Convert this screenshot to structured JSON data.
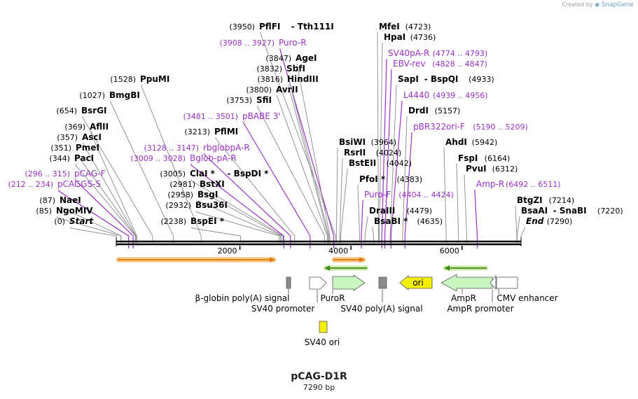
{
  "brand": {
    "created_by": "Created by",
    "product": "SnapGene"
  },
  "plasmid": {
    "name": "pCAG-D1R",
    "size_label": "7290 bp",
    "length": 7290
  },
  "colors": {
    "primer": "#9b30c8",
    "enzyme": "#000000",
    "orf_fill": "#c8f5c0",
    "ori_fill": "#f2ef00",
    "feature_gray": "#8a8a8a",
    "arrow_orange": "#e07b10",
    "arrow_green": "#3d8c1c"
  },
  "ruler": {
    "ticks": [
      2000,
      4000,
      6000
    ]
  },
  "sites": [
    {
      "label": "(3950)",
      "name": "PflFI",
      "extra": "- Tth111I",
      "type": "enzyme",
      "pos": 3950
    },
    {
      "label": "(3908 .. 3927)",
      "name": "Puro-R",
      "type": "primer",
      "pos": 3917
    },
    {
      "label": "(3847)",
      "name": "AgeI",
      "type": "enzyme",
      "pos": 3847
    },
    {
      "label": "(3832)",
      "name": "SbfI",
      "type": "enzyme",
      "pos": 3832
    },
    {
      "label": "(3816)",
      "name": "HindIII",
      "type": "enzyme",
      "pos": 3816
    },
    {
      "label": "(3800)",
      "name": "AvrII",
      "type": "enzyme",
      "pos": 3800
    },
    {
      "label": "(3753)",
      "name": "SfiI",
      "type": "enzyme",
      "pos": 3753
    },
    {
      "label": "(1528)",
      "name": "PpuMI",
      "type": "enzyme",
      "pos": 1528
    },
    {
      "label": "(3481 .. 3501)",
      "name": "pBABE 3'",
      "type": "primer",
      "pos": 3491
    },
    {
      "label": "(1027)",
      "name": "BmgBI",
      "type": "enzyme",
      "pos": 1027
    },
    {
      "label": "(654)",
      "name": "BsrGI",
      "type": "enzyme",
      "pos": 654
    },
    {
      "label": "(3213)",
      "name": "PflMI",
      "type": "enzyme",
      "pos": 3213
    },
    {
      "label": "(369)",
      "name": "AflII",
      "type": "enzyme",
      "pos": 369
    },
    {
      "label": "(357)",
      "name": "AscI",
      "type": "enzyme",
      "pos": 357
    },
    {
      "label": "(351)",
      "name": "PmeI",
      "type": "enzyme",
      "pos": 351
    },
    {
      "label": "(3128 .. 3147)",
      "name": "rbglobpA-R",
      "type": "primer",
      "pos": 3137
    },
    {
      "label": "(344)",
      "name": "PacI",
      "type": "enzyme",
      "pos": 344
    },
    {
      "label": "(3009 .. 3028)",
      "name": "Bglob-pA-R",
      "type": "primer",
      "pos": 3018
    },
    {
      "label": "(296 .. 315)",
      "name": "pCAG-F",
      "type": "primer",
      "pos": 305
    },
    {
      "label": "(3005)",
      "name": "ClaI *",
      "extra": "- BspDI *",
      "type": "enzyme",
      "pos": 3005
    },
    {
      "label": "(212 .. 234)",
      "name": "pCAGGS-5",
      "type": "primer",
      "pos": 223
    },
    {
      "label": "(2981)",
      "name": "BstXI",
      "type": "enzyme",
      "pos": 2981
    },
    {
      "label": "(2958)",
      "name": "BsgI",
      "type": "enzyme",
      "pos": 2958
    },
    {
      "label": "(87)",
      "name": "NaeI",
      "type": "enzyme",
      "pos": 87
    },
    {
      "label": "(2932)",
      "name": "Bsu36I",
      "type": "enzyme",
      "pos": 2932
    },
    {
      "label": "(85)",
      "name": "NgoMIV",
      "type": "enzyme",
      "pos": 85
    },
    {
      "label": "(0)",
      "name": "Start",
      "type": "terminus",
      "pos": 0
    },
    {
      "label": "(2238)",
      "name": "BspEI *",
      "type": "enzyme",
      "pos": 2238
    },
    {
      "label": "(4723)",
      "name": "MfeI",
      "type": "enzyme",
      "pos": 4723
    },
    {
      "label": "(4736)",
      "name": "HpaI",
      "type": "enzyme",
      "pos": 4736
    },
    {
      "label": "(4774 .. 4793)",
      "name": "SV40pA-R",
      "type": "primer",
      "pos": 4783
    },
    {
      "label": "(4828 .. 4847)",
      "name": "EBV-rev",
      "type": "primer",
      "pos": 4837
    },
    {
      "label": "(4933)",
      "name": "SapI",
      "extra": "- BspQI",
      "type": "enzyme",
      "pos": 4933
    },
    {
      "label": "(4939 .. 4956)",
      "name": "L4440",
      "type": "primer",
      "pos": 4947
    },
    {
      "label": "(5157)",
      "name": "DrdI",
      "type": "enzyme",
      "pos": 5157
    },
    {
      "label": "(5190 .. 5209)",
      "name": "pBR322ori-F",
      "type": "primer",
      "pos": 5199
    },
    {
      "label": "(3964)",
      "name": "BsiWI",
      "type": "enzyme",
      "pos": 3964
    },
    {
      "label": "(5942)",
      "name": "AhdI",
      "type": "enzyme",
      "pos": 5942
    },
    {
      "label": "(4024)",
      "name": "RsrII",
      "type": "enzyme",
      "pos": 4024
    },
    {
      "label": "(4042)",
      "name": "BstEII",
      "type": "enzyme",
      "pos": 4042
    },
    {
      "label": "(6164)",
      "name": "FspI",
      "type": "enzyme",
      "pos": 6164
    },
    {
      "label": "(6312)",
      "name": "PvuI",
      "type": "enzyme",
      "pos": 6312
    },
    {
      "label": "(4383)",
      "name": "PfoI *",
      "type": "enzyme",
      "pos": 4383
    },
    {
      "label": "(6492 .. 6511)",
      "name": "Amp-R",
      "type": "primer",
      "pos": 6501
    },
    {
      "label": "(4404 .. 4424)",
      "name": "Puro-F",
      "type": "primer",
      "pos": 4414
    },
    {
      "label": "(7214)",
      "name": "BtgZI",
      "type": "enzyme",
      "pos": 7214
    },
    {
      "label": "(4479)",
      "name": "DraIII",
      "type": "enzyme",
      "pos": 4479
    },
    {
      "label": "(7220)",
      "name": "BsaAI",
      "extra": "- SnaBI",
      "type": "enzyme",
      "pos": 7220
    },
    {
      "label": "(4635)",
      "name": "BsaBI *",
      "type": "enzyme",
      "pos": 4635
    },
    {
      "label": "(7290)",
      "name": "End",
      "type": "terminus",
      "pos": 7290
    }
  ],
  "features": [
    {
      "name": "β-globin poly(A) signal",
      "shape": "box",
      "color": "gray"
    },
    {
      "name": "SV40 promoter",
      "shape": "arrow-right",
      "color": "white"
    },
    {
      "name": "PuroR",
      "shape": "arrow-right",
      "color": "green"
    },
    {
      "name": "SV40 poly(A) signal",
      "shape": "box",
      "color": "gray"
    },
    {
      "name": "ori",
      "shape": "arrow-left",
      "color": "yellow"
    },
    {
      "name": "AmpR",
      "shape": "arrow-left",
      "color": "green"
    },
    {
      "name": "AmpR promoter",
      "shape": "arrow-left",
      "color": "white"
    },
    {
      "name": "CMV enhancer",
      "shape": "box",
      "color": "white"
    },
    {
      "name": "SV40 ori",
      "shape": "box",
      "color": "yellow"
    }
  ],
  "orf_arrows": [
    {
      "direction": "right",
      "color": "orange"
    },
    {
      "direction": "left",
      "color": "green"
    },
    {
      "direction": "right",
      "color": "orange"
    },
    {
      "direction": "left",
      "color": "green"
    }
  ]
}
